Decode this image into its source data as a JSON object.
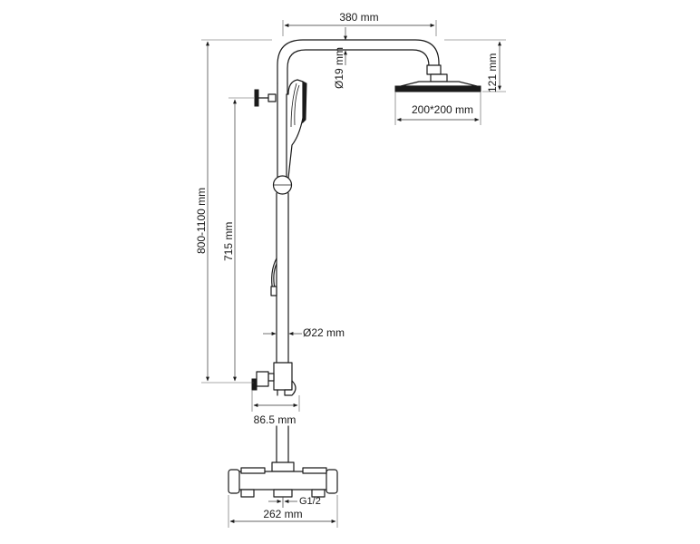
{
  "dimensions": {
    "arm_length": "380 mm",
    "arm_diameter": "Ø19 mm",
    "head_height": "121 mm",
    "head_size": "200*200 mm",
    "rail_height_range": "800-1100 mm",
    "rail_height": "715 mm",
    "pipe_diameter": "Ø22 mm",
    "wall_offset": "86.5 mm",
    "connection_thread": "G1/2",
    "mixer_width": "262 mm"
  },
  "colors": {
    "line": "#1a1a1a",
    "background": "#ffffff"
  }
}
